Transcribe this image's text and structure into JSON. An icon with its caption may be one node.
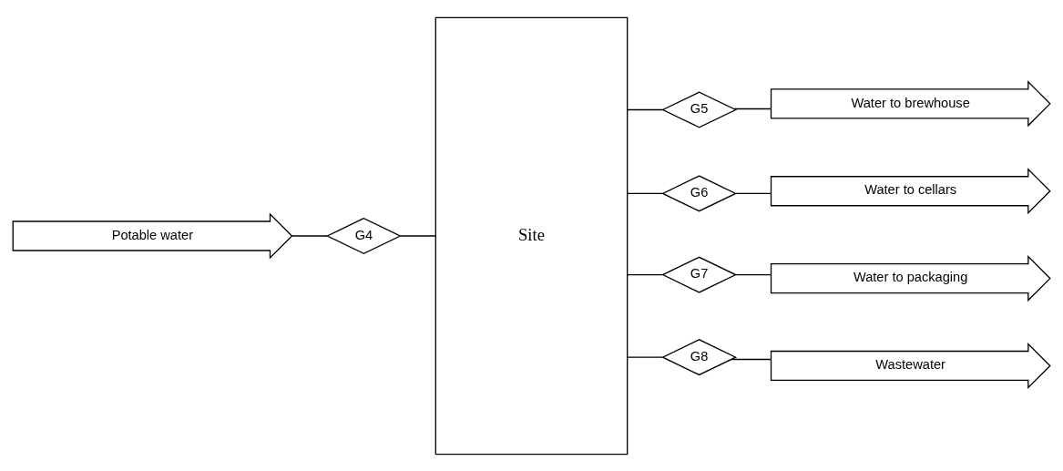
{
  "diagram": {
    "nodes": [
      {
        "text": [
          "Potable water"
        ]
      },
      {
        "text": [
          "G4"
        ]
      },
      {
        "text": [
          "Site"
        ]
      },
      {
        "text": [
          "G5"
        ]
      },
      {
        "text": [
          "Water to brewhouse"
        ]
      },
      {
        "text": [
          "G6"
        ]
      },
      {
        "text": [
          "Water to cellars"
        ]
      },
      {
        "text": [
          "G7"
        ]
      },
      {
        "text": [
          "Water to packaging"
        ]
      },
      {
        "text": [
          "G8"
        ]
      },
      {
        "text": [
          "Wastewater"
        ]
      }
    ],
    "edges": [
      {
        "from": 0,
        "to": 1,
        "arrow": "none"
      },
      {
        "from": 1,
        "to": 2,
        "arrow": "none"
      },
      {
        "from": 2,
        "to": 3,
        "arrow": "none"
      },
      {
        "from": 3,
        "to": 4,
        "arrow": "none"
      },
      {
        "from": 2,
        "to": 5,
        "arrow": "none"
      },
      {
        "from": 5,
        "to": 6,
        "arrow": "none"
      },
      {
        "from": 2,
        "to": 7,
        "arrow": "none"
      },
      {
        "from": 7,
        "to": 8,
        "arrow": "none"
      },
      {
        "from": 2,
        "to": 9,
        "arrow": "none"
      },
      {
        "from": 9,
        "to": 10,
        "arrow": "none"
      }
    ]
  }
}
